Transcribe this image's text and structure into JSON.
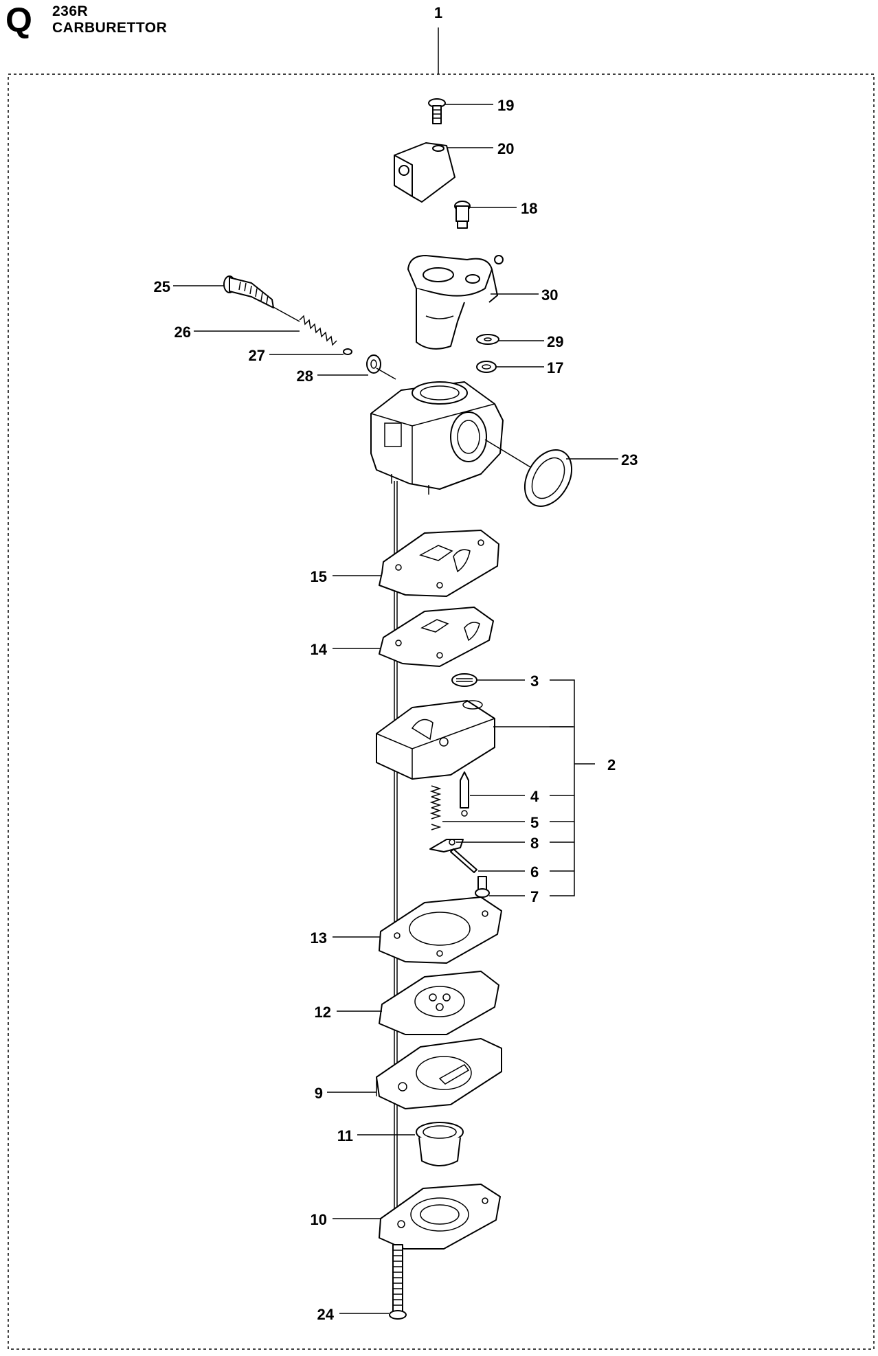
{
  "header": {
    "section_letter": "Q",
    "model": "236R",
    "title": "CARBURETTOR"
  },
  "assembly_label": "1",
  "parts": {
    "p2": "2",
    "p3": "3",
    "p4": "4",
    "p5": "5",
    "p6": "6",
    "p7": "7",
    "p8": "8",
    "p9": "9",
    "p10": "10",
    "p11": "11",
    "p12": "12",
    "p13": "13",
    "p14": "14",
    "p15": "15",
    "p17": "17",
    "p18": "18",
    "p19": "19",
    "p20": "20",
    "p23": "23",
    "p24": "24",
    "p25": "25",
    "p26": "26",
    "p27": "27",
    "p28": "28",
    "p29": "29",
    "p30": "30"
  }
}
